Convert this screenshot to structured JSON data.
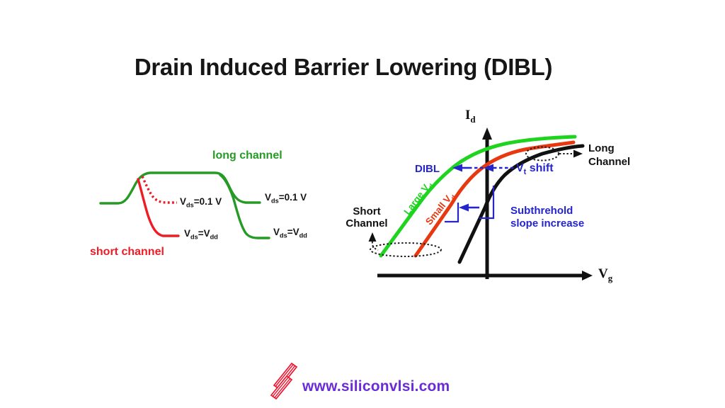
{
  "title": "Drain Induced Barrier Lowering (DIBL)",
  "colors": {
    "left_green": "#259b25",
    "left_red": "#ee1c25",
    "right_green": "#1ed41e",
    "right_red": "#e8380f",
    "blue": "#2525cc",
    "logo_red": "#f0142d",
    "url_purple": "#6b2bd6"
  },
  "barrier_diagram": {
    "long_channel": "long channel",
    "short_channel": "short channel",
    "vds_low_inner": {
      "base": "V",
      "sub": "ds",
      "rest": "=0.1 V"
    },
    "vds_vdd_inner": {
      "base": "V",
      "sub": "ds",
      "mid": "=V",
      "sub2": "dd"
    },
    "vds_low_outer": {
      "base": "V",
      "sub": "ds",
      "rest": "=0.1 V"
    },
    "vds_vdd_outer": {
      "base": "V",
      "sub": "ds",
      "mid": "=V",
      "sub2": "dd"
    }
  },
  "dibl_plot": {
    "y_axis_label": {
      "base": "I",
      "sub": "d"
    },
    "x_axis_label": {
      "base": "V",
      "sub": "g"
    },
    "dibl": "DIBL",
    "vt_shift": {
      "base": "V",
      "sub": "t",
      "rest": " shift"
    },
    "subthreshold": {
      "line1": "Subthrehold",
      "line2": "slope increase"
    },
    "short_channel": {
      "line1": "Short",
      "line2": "Channel"
    },
    "long_channel": {
      "line1": "Long",
      "line2": "Channel"
    },
    "large_vd": {
      "base": "Large V",
      "sub": "d"
    },
    "small_vd": {
      "base": "Small V",
      "sub": "d"
    }
  },
  "footer": {
    "url": "www.siliconvlsi.com",
    "logo": "siliconvlsi-s-logo"
  },
  "chart_data": {
    "type": "line",
    "title": "Id vs Vg transfer curves illustrating DIBL",
    "xlabel": "Vg",
    "ylabel": "Id",
    "axes_numeric": false,
    "legend_position": "on-curve",
    "series": [
      {
        "name": "Large Vd (short channel)",
        "color": "#1ed41e",
        "description": "leftmost sigmoid; lowest threshold voltage due to DIBL"
      },
      {
        "name": "Small Vd (short channel)",
        "color": "#e8380f",
        "description": "middle sigmoid"
      },
      {
        "name": "Long Channel",
        "color": "#111111",
        "description": "rightmost sigmoid; highest threshold, steeper subthreshold slope"
      }
    ],
    "annotations": [
      "DIBL",
      "Vt shift",
      "Subthrehold slope increase",
      "Short Channel",
      "Long Channel"
    ]
  }
}
